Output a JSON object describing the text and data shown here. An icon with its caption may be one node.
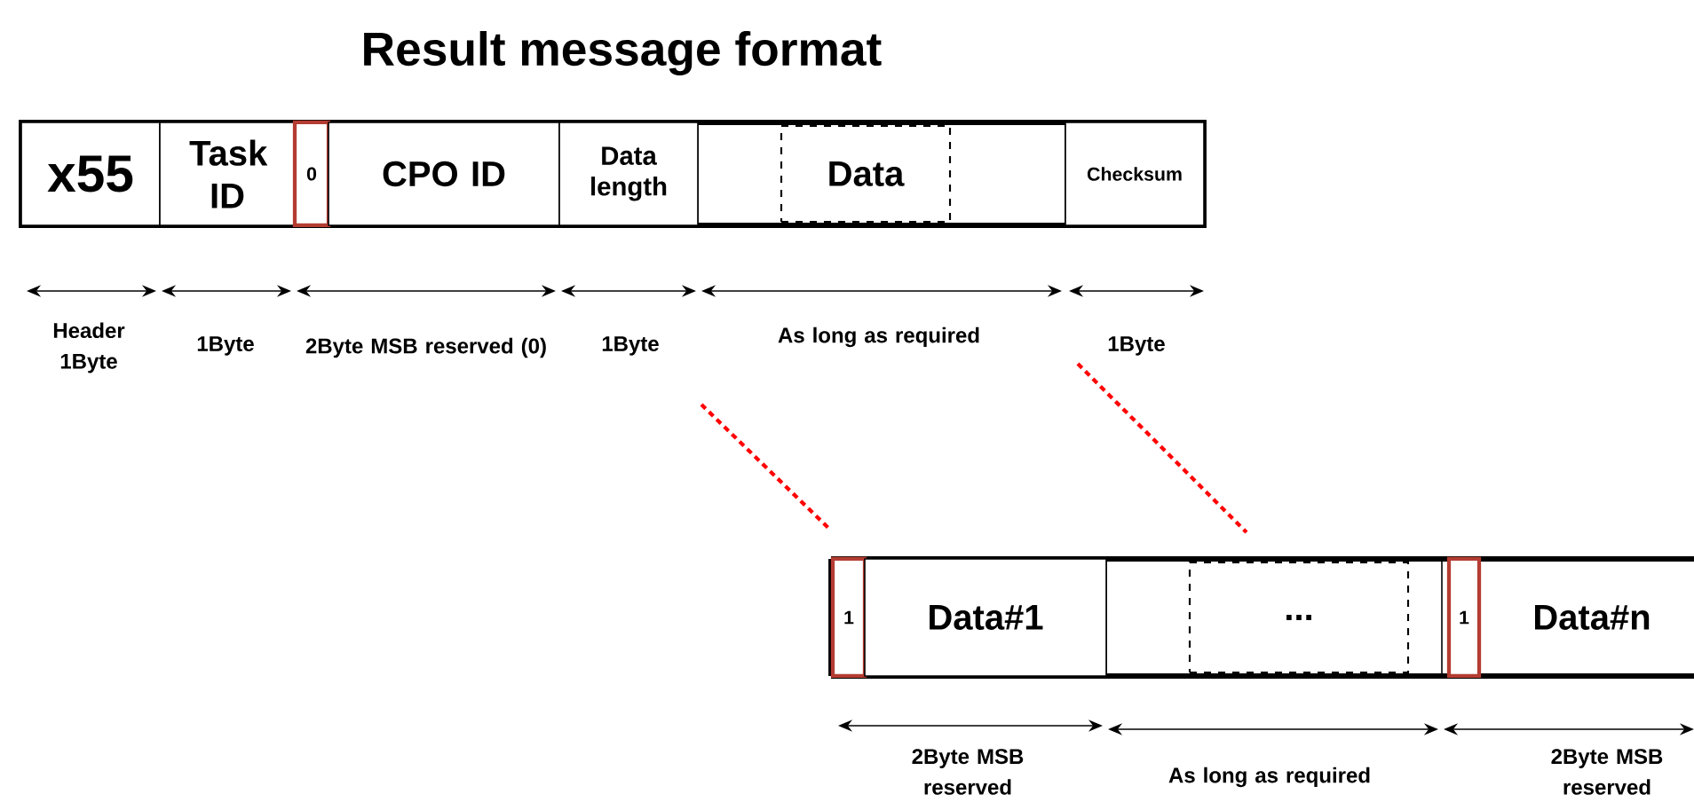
{
  "diagram": {
    "title": "Result message format",
    "nodes": [
      {
        "text": [
          "x55"
        ]
      },
      {
        "text": [
          "Task ID"
        ]
      },
      {
        "text": [
          "0"
        ]
      },
      {
        "text": [
          "CPO ID"
        ]
      },
      {
        "text": [
          "Data length"
        ]
      },
      {
        "text": [
          "Data"
        ]
      },
      {
        "text": [
          "Checksum"
        ]
      },
      {
        "text": [
          "1"
        ]
      },
      {
        "text": [
          "Data#1"
        ]
      },
      {
        "text": [
          "..."
        ]
      },
      {
        "text": [
          "1"
        ]
      },
      {
        "text": [
          "Data#n"
        ]
      }
    ],
    "labels": [
      "Header 1Byte",
      "1Byte",
      "2Byte MSB reserved (0)",
      "1Byte",
      "As long as required",
      "1Byte",
      "2Byte MSB reserved",
      "As long as required",
      "2Byte MSB reserved"
    ]
  }
}
